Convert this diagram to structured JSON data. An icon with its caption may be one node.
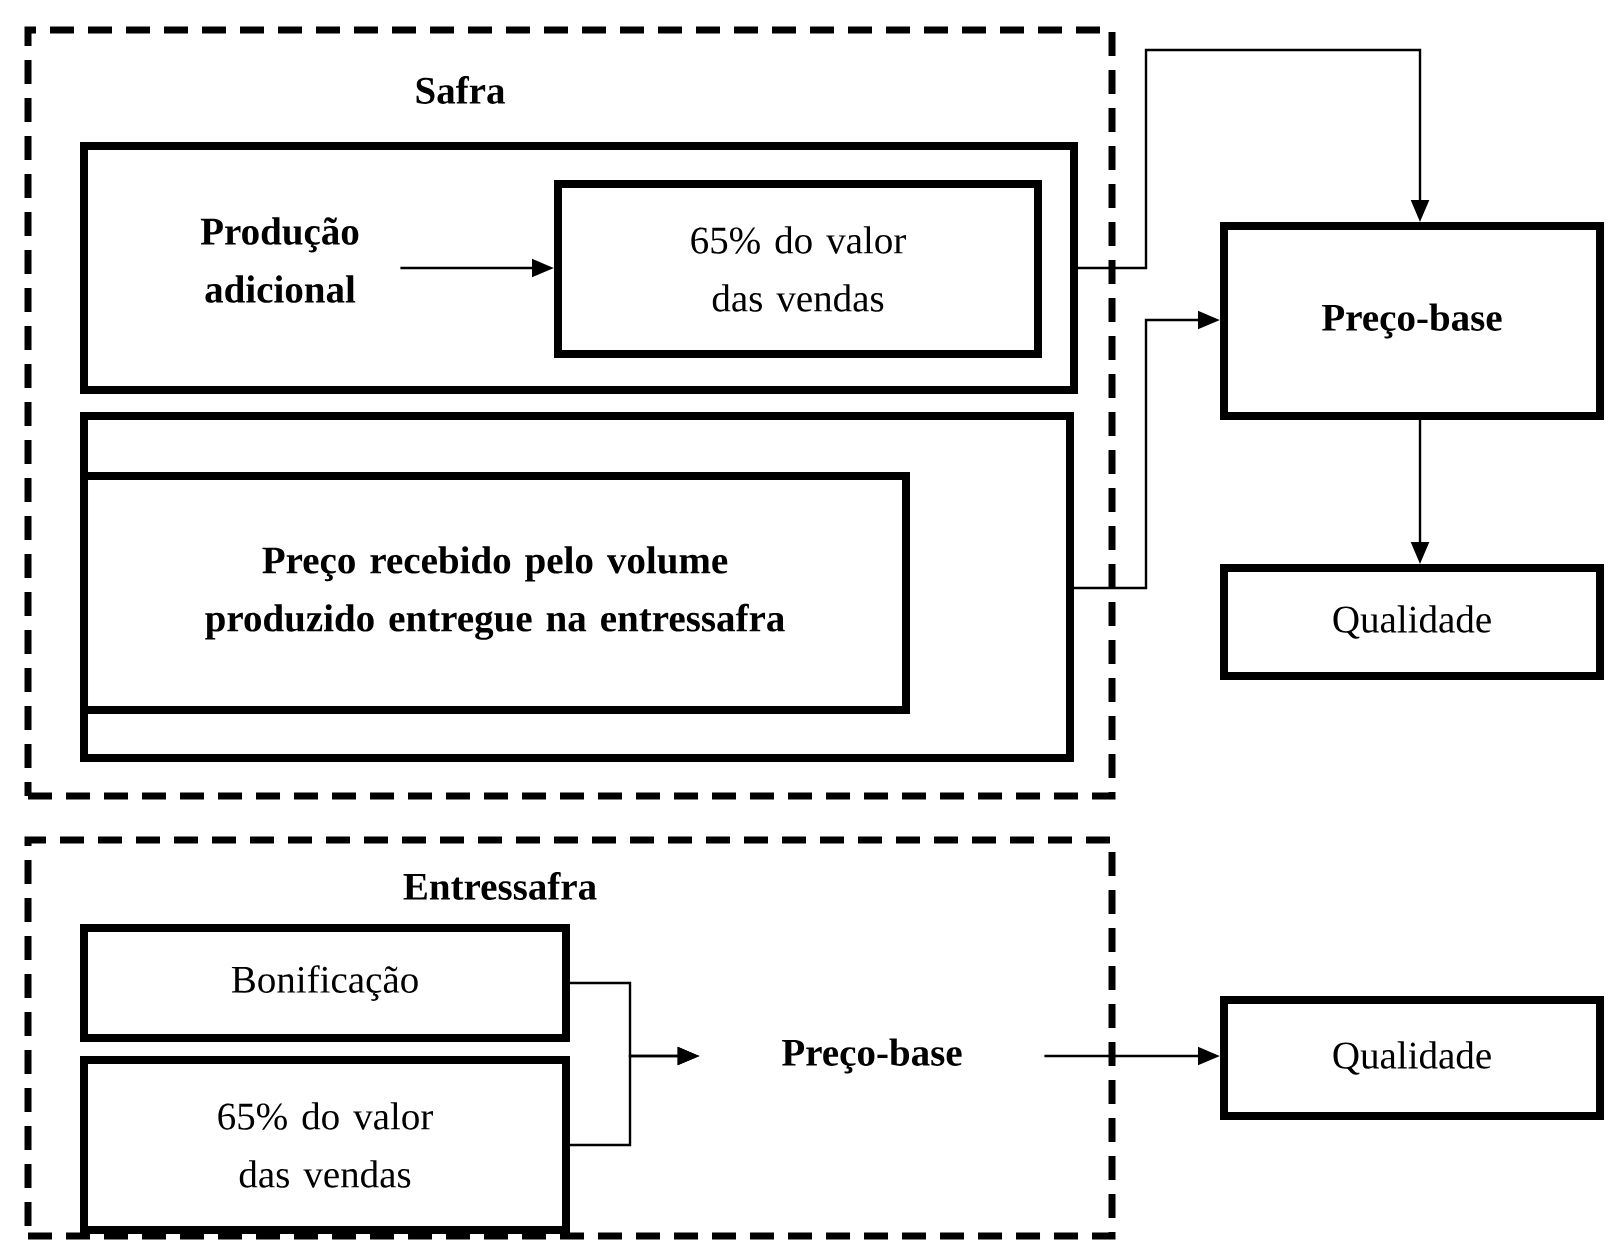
{
  "diagram": {
    "nodes": [
      {
        "text": [
          "Safra"
        ]
      },
      {
        "text": [],
        "shape": "box",
        "in": 0
      },
      {
        "text": [
          "Produção adicional"
        ],
        "in": 1
      },
      {
        "text": [
          "65% do valor das vendas"
        ],
        "in": 1
      },
      {
        "text": [],
        "shape": "box",
        "in": 0
      },
      {
        "text": [
          "Preço recebido pelo volume produzido entregue na entressafra"
        ],
        "in": 4
      },
      {
        "text": [
          "Preço-base"
        ]
      },
      {
        "text": [
          "Qualidade"
        ]
      },
      {
        "text": [
          "Entressafra"
        ]
      },
      {
        "text": [
          "Bonificação"
        ],
        "in": 8
      },
      {
        "text": [
          "65% do valor das vendas"
        ],
        "in": 8
      },
      {
        "text": [
          "Preço-base"
        ],
        "in": 8
      },
      {
        "text": [
          "Qualidade"
        ]
      }
    ],
    "edges": [
      {
        "from": 2,
        "to": 3,
        "arrow": "to"
      },
      {
        "from": 1,
        "to": 6,
        "arrow": "to"
      },
      {
        "from": 4,
        "to": 6,
        "arrow": "to"
      },
      {
        "from": 6,
        "to": 7,
        "arrow": "to"
      },
      {
        "from": 9,
        "to": 11,
        "arrow": "to"
      },
      {
        "from": 10,
        "to": 11,
        "arrow": "to"
      },
      {
        "from": 11,
        "to": 12,
        "arrow": "to"
      }
    ]
  }
}
